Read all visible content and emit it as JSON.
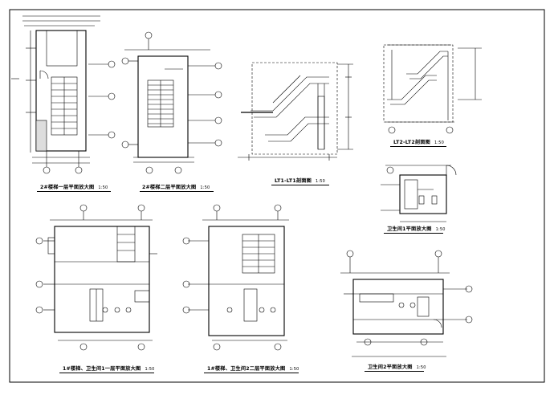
{
  "drawings": [
    {
      "id": "d1",
      "caption": "2#楼梯一层平面放大图",
      "scale": "1:50"
    },
    {
      "id": "d2",
      "caption": "2#楼梯二层平面放大图",
      "scale": "1:50"
    },
    {
      "id": "d3",
      "caption": "LT1-LT1剖面图",
      "scale": "1:50"
    },
    {
      "id": "d4",
      "caption": "LT2-LT2剖面图",
      "scale": "1:50"
    },
    {
      "id": "d5",
      "caption": "卫生间1平面放大图",
      "scale": "1:50"
    },
    {
      "id": "d6",
      "caption": "1#楼梯、卫生间1一层平面放大图",
      "scale": "1:50"
    },
    {
      "id": "d7",
      "caption": "1#楼梯、卫生间2二层平面放大图",
      "scale": "1:50"
    },
    {
      "id": "d8",
      "caption": "卫生间2平面放大图",
      "scale": "1:50"
    }
  ],
  "colors": {
    "line": "#000000",
    "background": "#ffffff"
  }
}
